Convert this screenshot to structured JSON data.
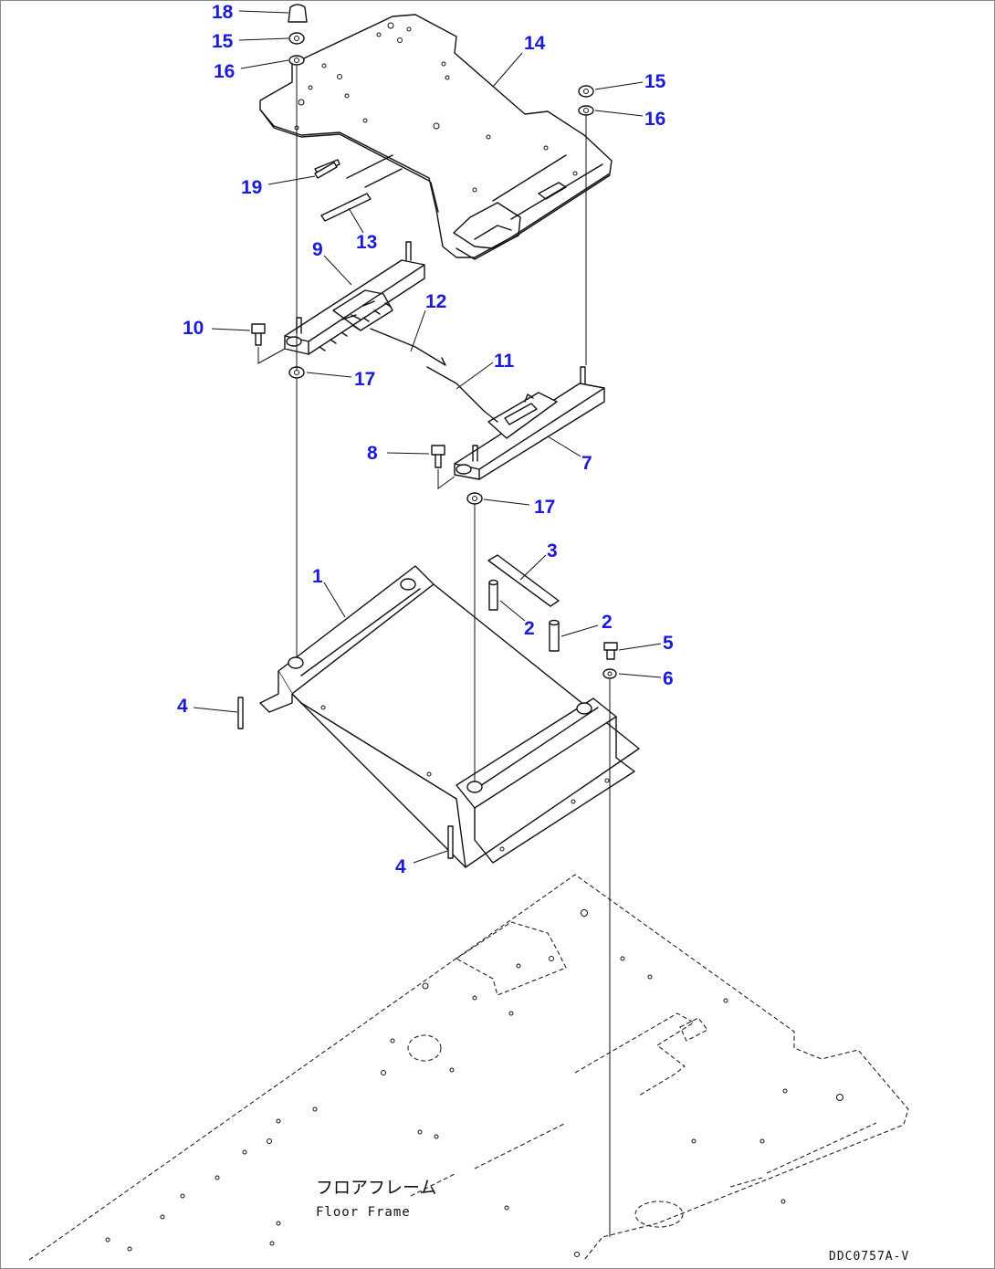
{
  "callouts": {
    "p1": "1",
    "p2a": "2",
    "p2b": "2",
    "p3": "3",
    "p4a": "4",
    "p4b": "4",
    "p5": "5",
    "p6": "6",
    "p7": "7",
    "p8": "8",
    "p9": "9",
    "p10": "10",
    "p11": "11",
    "p12": "12",
    "p13": "13",
    "p14": "14",
    "p15a": "15",
    "p15b": "15",
    "p16a": "16",
    "p16b": "16",
    "p17a": "17",
    "p17b": "17",
    "p18": "18",
    "p19": "19"
  },
  "labels": {
    "floor_frame_jp": "フロアフレーム",
    "floor_frame_en": "Floor Frame",
    "drawing_code": "DDC0757A-V"
  },
  "colors": {
    "callout": "#1a1ad8",
    "line": "#111111"
  }
}
